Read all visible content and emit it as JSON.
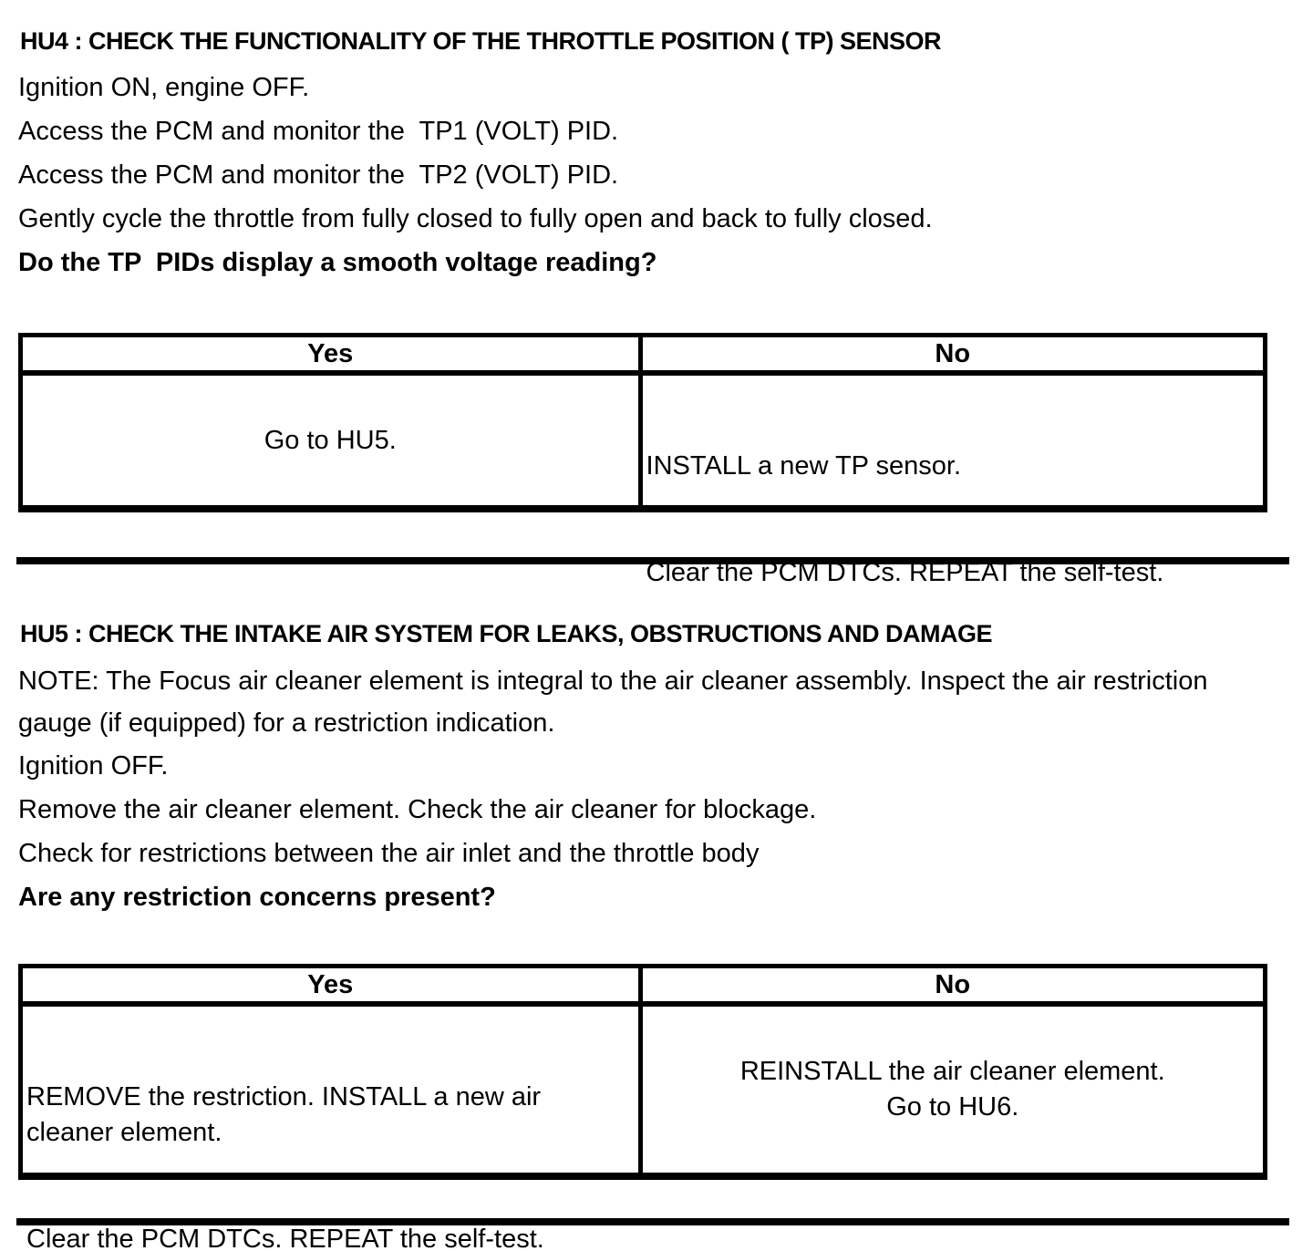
{
  "colors": {
    "text": "#000000",
    "background": "#ffffff",
    "table_border": "#000000"
  },
  "sections": [
    {
      "id": "HU4",
      "heading": "HU4 : CHECK THE FUNCTIONALITY OF THE THROTTLE POSITION ( TP) SENSOR",
      "steps": [
        "Ignition ON, engine OFF.",
        "Access the PCM and monitor the  TP1 (VOLT) PID.",
        "Access the PCM and monitor the  TP2 (VOLT) PID.",
        "Gently cycle the throttle from fully closed to fully open and back to fully closed."
      ],
      "question": "Do the TP  PIDs display a smooth voltage reading?",
      "table": {
        "headers": [
          "Yes",
          "No"
        ],
        "yes_lines": [
          "Go to HU5."
        ],
        "no_lines": [
          "INSTALL a new TP sensor.",
          "Clear the PCM DTCs. REPEAT the self-test."
        ]
      }
    },
    {
      "id": "HU5",
      "heading": "HU5 : CHECK THE INTAKE AIR SYSTEM FOR LEAKS, OBSTRUCTIONS AND DAMAGE",
      "note": "NOTE: The Focus air cleaner element is integral to the air cleaner assembly. Inspect the air restriction gauge (if equipped) for a restriction indication.",
      "steps": [
        "Ignition OFF.",
        "Remove the air cleaner element. Check the air cleaner for blockage.",
        "Check for restrictions between the air inlet and the throttle body"
      ],
      "question": "Are any restriction concerns present?",
      "table": {
        "headers": [
          "Yes",
          "No"
        ],
        "yes_lines": [
          "REMOVE the restriction. INSTALL a new air cleaner element.",
          "Clear the PCM DTCs. REPEAT the self-test."
        ],
        "no_lines": [
          "REINSTALL the air cleaner element.",
          "Go to HU6."
        ]
      }
    }
  ]
}
